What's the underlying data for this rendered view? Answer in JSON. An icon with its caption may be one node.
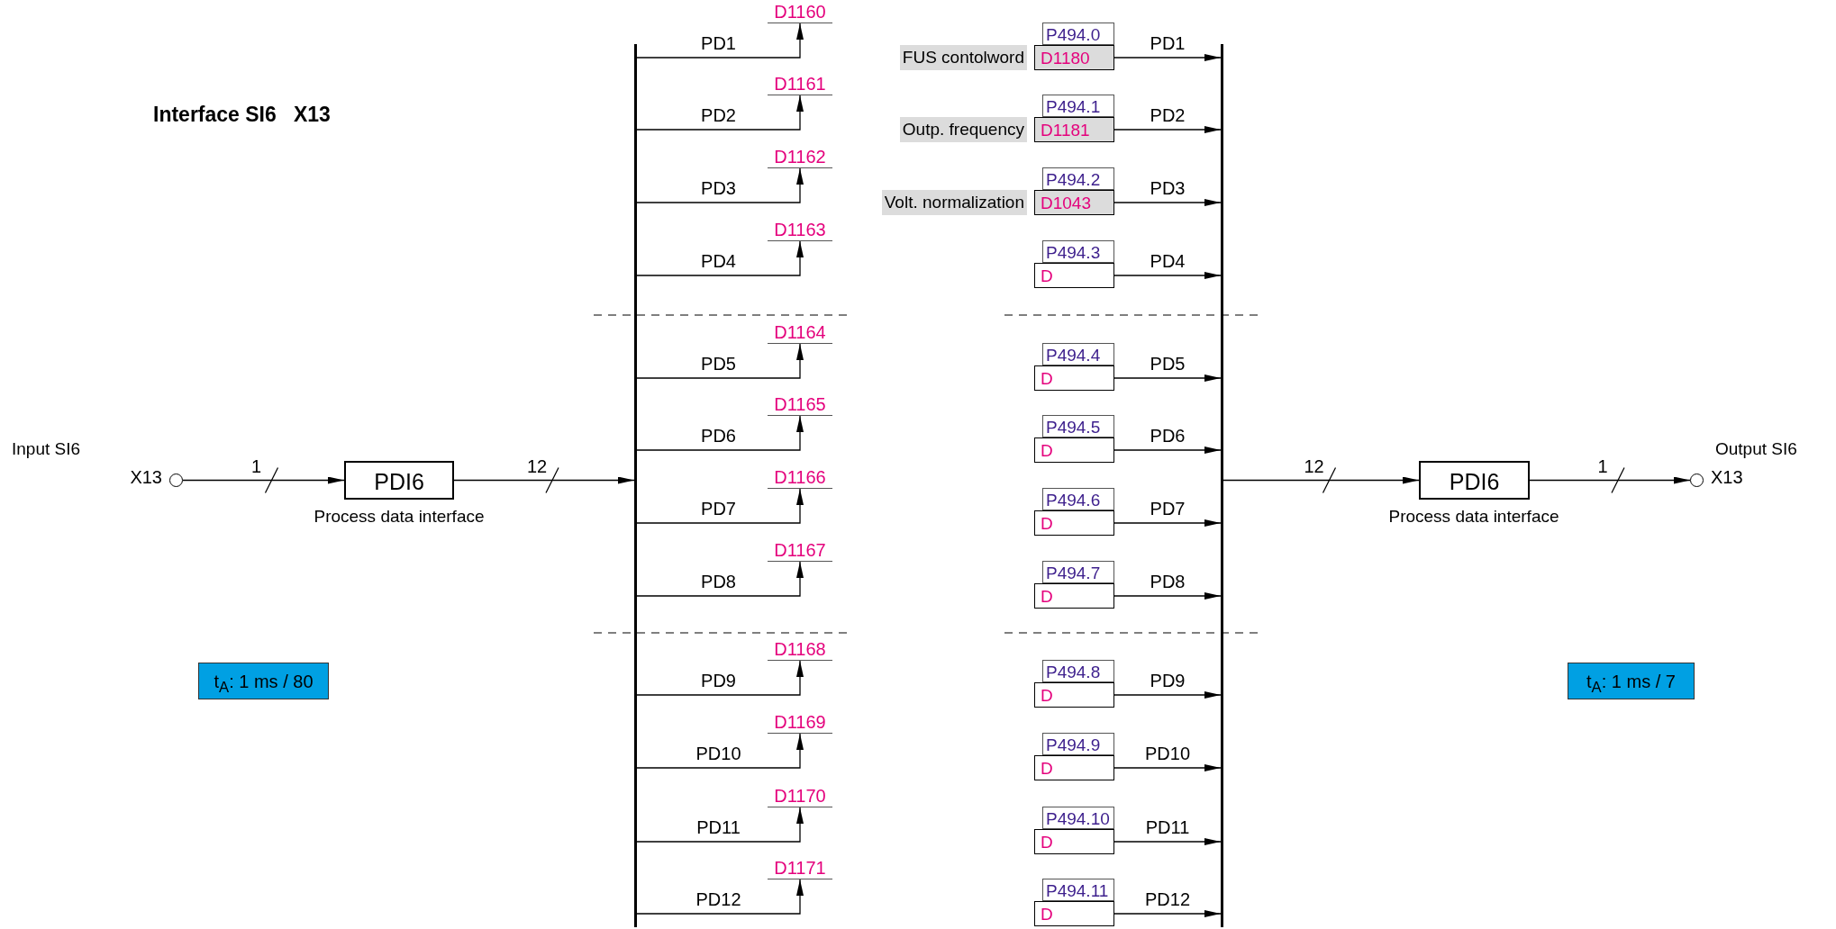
{
  "diagram": {
    "title": "Interface SI6   X13",
    "nodes": [
      {
        "text": [],
        "shape": "circle",
        "beside": [
          "X13"
        ]
      },
      {
        "text": [
          "PDI6"
        ],
        "beside": [
          "Process data interface"
        ]
      },
      {
        "text": [],
        "shape": "bar"
      },
      {
        "text": [
          "D1160"
        ]
      },
      {
        "text": [
          "D1161"
        ]
      },
      {
        "text": [
          "D1162"
        ]
      },
      {
        "text": [
          "D1163"
        ]
      },
      {
        "text": [
          "D1164"
        ]
      },
      {
        "text": [
          "D1165"
        ]
      },
      {
        "text": [
          "D1166"
        ]
      },
      {
        "text": [
          "D1167"
        ]
      },
      {
        "text": [
          "D1168"
        ]
      },
      {
        "text": [
          "D1169"
        ]
      },
      {
        "text": [
          "D1170"
        ]
      },
      {
        "text": [
          "D1171"
        ]
      },
      {
        "text": [
          "FUS contolword"
        ]
      },
      {
        "text": [
          "P494.0"
        ]
      },
      {
        "text": [
          "D1180"
        ]
      },
      {
        "text": [
          "Outp. frequency"
        ]
      },
      {
        "text": [
          "P494.1"
        ]
      },
      {
        "text": [
          "D1181"
        ]
      },
      {
        "text": [
          "Volt. normalization"
        ]
      },
      {
        "text": [
          "P494.2"
        ]
      },
      {
        "text": [
          "D1043"
        ]
      },
      {
        "text": [
          "P494.3"
        ]
      },
      {
        "text": [
          "D"
        ]
      },
      {
        "text": [
          "P494.4"
        ]
      },
      {
        "text": [
          "D"
        ]
      },
      {
        "text": [
          "P494.5"
        ]
      },
      {
        "text": [
          "D"
        ]
      },
      {
        "text": [
          "P494.6"
        ]
      },
      {
        "text": [
          "D"
        ]
      },
      {
        "text": [
          "P494.7"
        ]
      },
      {
        "text": [
          "D"
        ]
      },
      {
        "text": [
          "P494.8"
        ]
      },
      {
        "text": [
          "D"
        ]
      },
      {
        "text": [
          "P494.9"
        ]
      },
      {
        "text": [
          "D"
        ]
      },
      {
        "text": [
          "P494.10"
        ]
      },
      {
        "text": [
          "D"
        ]
      },
      {
        "text": [
          "P494.11"
        ]
      },
      {
        "text": [
          "D"
        ]
      },
      {
        "text": [],
        "shape": "bar"
      },
      {
        "text": [
          "PDI6"
        ],
        "beside": [
          "Process data interface"
        ]
      },
      {
        "text": [],
        "shape": "circle",
        "beside": [
          "X13"
        ]
      },
      {
        "text": [
          "t$_{A}$: 1 ms / 80"
        ]
      },
      {
        "text": [
          "t$_{A}$: 1 ms / 7"
        ]
      }
    ],
    "edges": [
      {
        "from": 0,
        "to": 1,
        "arrow": "to",
        "label": "1"
      },
      {
        "from": 1,
        "to": 2,
        "arrow": "to",
        "label": "12"
      },
      {
        "from": 2,
        "to": 3,
        "arrow": "to",
        "label": "PD1"
      },
      {
        "from": 2,
        "to": 4,
        "arrow": "to",
        "label": "PD2"
      },
      {
        "from": 2,
        "to": 5,
        "arrow": "to",
        "label": "PD3"
      },
      {
        "from": 2,
        "to": 6,
        "arrow": "to",
        "label": "PD4"
      },
      {
        "from": 2,
        "to": 7,
        "arrow": "to",
        "label": "PD5"
      },
      {
        "from": 2,
        "to": 8,
        "arrow": "to",
        "label": "PD6"
      },
      {
        "from": 2,
        "to": 9,
        "arrow": "to",
        "label": "PD7"
      },
      {
        "from": 2,
        "to": 10,
        "arrow": "to",
        "label": "PD8"
      },
      {
        "from": 2,
        "to": 11,
        "arrow": "to",
        "label": "PD9"
      },
      {
        "from": 2,
        "to": 12,
        "arrow": "to",
        "label": "PD10"
      },
      {
        "from": 2,
        "to": 13,
        "arrow": "to",
        "label": "PD11"
      },
      {
        "from": 2,
        "to": 14,
        "arrow": "to",
        "label": "PD12"
      },
      {
        "from": 17,
        "to": 42,
        "arrow": "to",
        "label": "PD1"
      },
      {
        "from": 20,
        "to": 42,
        "arrow": "to",
        "label": "PD2"
      },
      {
        "from": 23,
        "to": 42,
        "arrow": "to",
        "label": "PD3"
      },
      {
        "from": 25,
        "to": 42,
        "arrow": "to",
        "label": "PD4"
      },
      {
        "from": 27,
        "to": 42,
        "arrow": "to",
        "label": "PD5"
      },
      {
        "from": 29,
        "to": 42,
        "arrow": "to",
        "label": "PD6"
      },
      {
        "from": 31,
        "to": 42,
        "arrow": "to",
        "label": "PD7"
      },
      {
        "from": 33,
        "to": 42,
        "arrow": "to",
        "label": "PD8"
      },
      {
        "from": 35,
        "to": 42,
        "arrow": "to",
        "label": "PD9"
      },
      {
        "from": 37,
        "to": 42,
        "arrow": "to",
        "label": "PD10"
      },
      {
        "from": 39,
        "to": 42,
        "arrow": "to",
        "label": "PD11"
      },
      {
        "from": 41,
        "to": 42,
        "arrow": "to",
        "label": "PD12"
      },
      {
        "from": 42,
        "to": 43,
        "arrow": "to",
        "label": "12"
      },
      {
        "from": 43,
        "to": 44,
        "arrow": "to",
        "label": "1"
      }
    ],
    "labels": [
      "Input SI6",
      "Output SI6"
    ]
  }
}
